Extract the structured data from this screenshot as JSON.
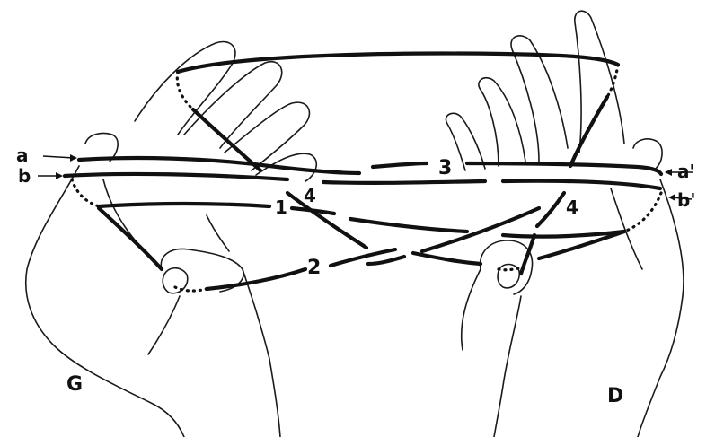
{
  "labels": {
    "loop_a_left": "a",
    "loop_b_left": "b",
    "loop_a_right": "a'",
    "loop_b_right": "b'",
    "string_1": "1",
    "string_2": "2",
    "string_3": "3",
    "string_4_left": "4",
    "string_4_right": "4",
    "hand_left": "G",
    "hand_right": "D"
  }
}
